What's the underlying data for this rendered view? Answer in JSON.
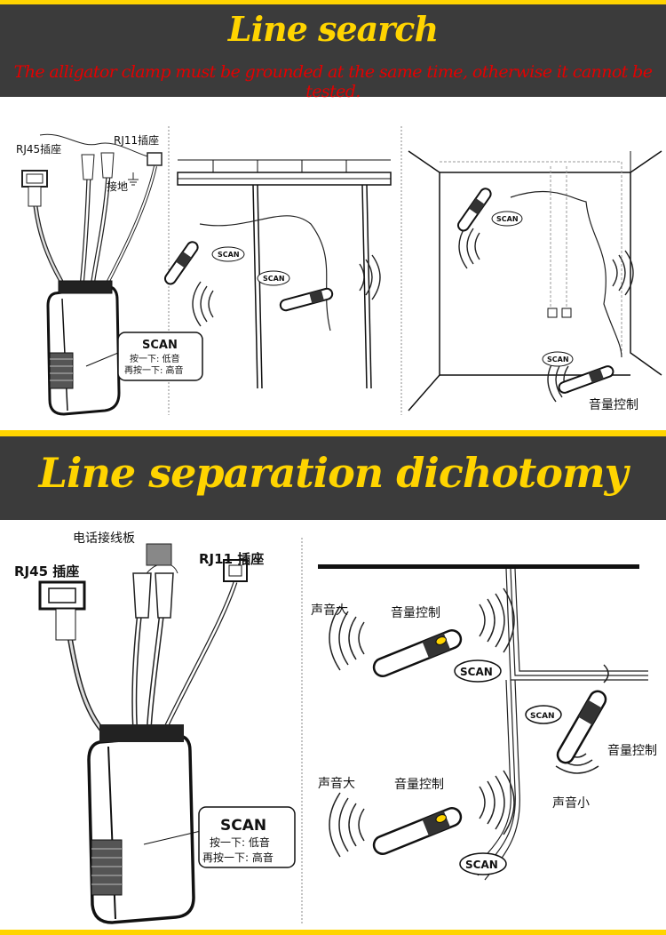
{
  "section1": {
    "title": "Line search",
    "warning": "The alligator clamp must be grounded at the same time, otherwise it cannot be tested.",
    "panel1": {
      "rj45_label": "RJ45插座",
      "rj11_label": "RJ11插座",
      "ground_label": "接地",
      "scan_title": "SCAN",
      "scan_line1": "按一下: 低音",
      "scan_line2": "再按一下: 高音"
    },
    "panel2": {
      "probe1_scan": "SCAN",
      "probe2_scan": "SCAN"
    },
    "panel3": {
      "probe1_scan": "SCAN",
      "probe2_scan": "SCAN",
      "volume_label": "音量控制"
    }
  },
  "section2": {
    "title": "Line separation dichotomy",
    "left": {
      "board_label": "电话接线板",
      "rj45_label": "RJ45 插座",
      "rj11_label": "RJ11 插座",
      "scan_title": "SCAN",
      "scan_line1": "按一下: 低音",
      "scan_line2": "再按一下: 高音"
    },
    "right": {
      "loud_label_1": "声音大",
      "volume_label_1": "音量控制",
      "scan_1": "SCAN",
      "scan_2": "SCAN",
      "volume_label_2": "音量控制",
      "quiet_label": "声音小",
      "loud_label_2": "声音大",
      "volume_label_3": "音量控制",
      "scan_3": "SCAN"
    }
  },
  "colors": {
    "bar": "#3b3b3b",
    "accent": "#ffd400",
    "warning": "#e30000"
  }
}
